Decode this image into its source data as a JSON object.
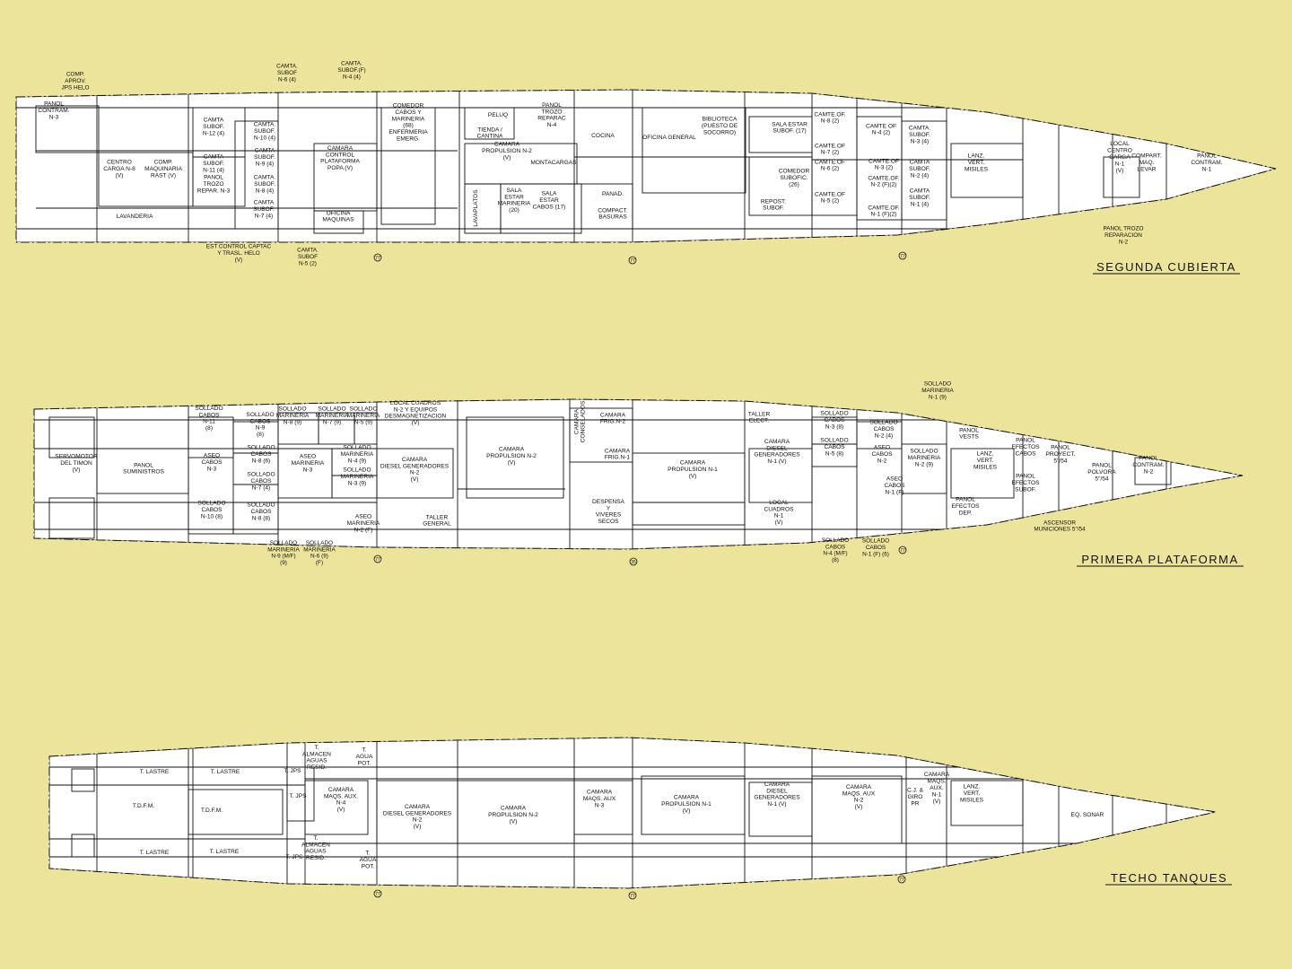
{
  "background_color": "#ece49b",
  "decks": [
    {
      "title": "SEGUNDA CUBIERTA",
      "frame_marks": [
        "77",
        "77",
        "77"
      ],
      "rooms": [
        "PANOL\nCONTRAM.\nN-3",
        "CENTRO\nCARGA N-8\n(V)",
        "COMP.\nMAQUINARIA\nRAST (V)",
        "LAVANDERIA",
        "CAMTA\nSUBOF.\nN-12 (4)",
        "CAMTA\nSUBOF.\nN-11 (4)",
        "PANOL\nTROZO\nREPAR. N-3",
        "CAMTA.\nSUBOF.\nN-10 (4)",
        "CAMTA\nSUBOF.\nN-9 (4)",
        "CAMTA.\nSUBOF.\nN-8 (4)",
        "CAMTA\nSUBOF.\nN-7 (4)",
        "CAMARA\nCONTROL\nPLATAFORMA\nPOPA (V)",
        "OFICINA\nMAQUINAS",
        "COMEDOR\nCABOS Y\nMARINERIA\n(68)\nENFERMERIA\nEMERG.",
        "PELUQ",
        "TIENDA /\nCANTINA",
        "PANOL\nTROZO\nREPARAC\nN-4",
        "CAMARA\nPROPULSION N-2\n(V)",
        "MONTACARGAS",
        "LAVAPLATOS",
        "SALA\nESTAR\nMARINERIA\n(20)",
        "SALA\nESTAR\nCABOS (17)",
        "COCINA",
        "PANAD.",
        "COMPACT.\nBASURAS",
        "OFICINA GENERAL",
        "BIBLIOTECA\n(PUESTO DE\nSOCORRO)",
        "SALA ESTAR\nSUBOF. (17)",
        "COMEDOR\nSUBOFIC.\n(26)",
        "REPOST.\nSUBOF.",
        "CAMTE.OF.\nN-8 (2)",
        "CAMTE.OF\nN-7 (2)",
        "CAMTE.OF\nN-6 (2)",
        "CAMTE.OF\nN-5 (2)",
        "CAMTE OF\nN-4 (2)",
        "CAMTE.OF\nN-3 (2)",
        "CAMTE.OF.\nN-2 (F)(2)",
        "CAMTE.OF.\nN-1 (F)(2)",
        "CAMTA.\nSUBOF.\nN-3 (4)",
        "CAMTA\nSUBOF.\nN-2 (4)",
        "CAMTA\nSUBOF.\nN-1 (4)",
        "LANZ.\nVERT.\nMISILES",
        "LOCAL\nCENTRO\nCARGA\nN-1\n(V)",
        "COMPART.\nMAQ.\nLEVAR",
        "PANOL\nCONTRAM.\nN-1"
      ],
      "callouts": [
        "COMP.\nAPROV.\nJPS HELO",
        "CAMTA.\nSUBOF\nN-6 (4)",
        "CAMTA.\nSUBOF.(F)\nN-4 (4)",
        "EST CONTROL CAPTAC\nY TRASL. HELO\n(V)",
        "CAMTA.\nSUBOF\nN-5 (2)",
        "PANOL TROZO\nREPARACION\nN-2"
      ]
    },
    {
      "title": "PRIMERA PLATAFORMA",
      "frame_marks": [
        "77",
        "35",
        "77"
      ],
      "rooms": [
        "SERVOMOTOR\nDEL TIMON\n(V)",
        "PANOL\nSUMINISTROS",
        "SOLLADO\nCABOS\nN-11\n(8)",
        "SOLLADO\nCABOS\nN-9\n(8)",
        "ASEO\nCABOS\nN-3",
        "SOLLADO\nCABOS\nN-8 (6)",
        "SOLLADO\nCABOS\nN-7 (4)",
        "SOLLADO\nCABOS\nN-10 (8)",
        "SOLLADO\nCABOS\nN-8 (8)",
        "SOLLADO\nMARINERIA\nN-8 (9)",
        "SOLLADO\nMARINERIA\nN-7 (9)",
        "SOLLADO\nMARINERIA\nN-5 (9)",
        "ASEO\nMARINERIA\nN-3",
        "SOLLADO\nMARINERIA\nN-4 (9)",
        "SOLLADO\nMARINERIA\nN-3 (9)",
        "ASEO\nMARINERIA\nN-2 (F)",
        "LOCAL CUADROS\nN-2 Y EQUIPOS\nDESMAGNETIZACION\n(V)",
        "CAMARA\nDIESEL GENERADORES\nN-2\n(V)",
        "TALLER\nGENERAL",
        "CAMARA\nPROPULSION N-2\n(V)",
        "CAMARA\nCONGELADOS",
        "CAMARA\nFRIG.N-2",
        "CAMARA\nFRIG.N-1",
        "DESPENSA\nY\nVIVERES\nSECOS",
        "CAMARA\nPROPULSION N-1\n(V)",
        "TALLER\nELECT.",
        "CAMARA\nDIESEL\nGENERADORES\nN-1 (V)",
        "LOCAL\nCUADROS\nN-1\n(V)",
        "SOLLADO\nCABOS\nN-3 (8)",
        "SOLLADO\nCABOS\nN-2 (4)",
        "SOLLADO\nCABOS\nN-5 (8)",
        "ASEO\nCABOS\nN-2",
        "ASEO\nCABOS\nN-1 (F)",
        "SOLLADO\nMARINERIA\nN-2 (9)",
        "PANOL\nVESTS",
        "LANZ.\nVERT.\nMISILES",
        "PANOL\nEFECTOS\nCABOS",
        "PANOL\nEFECTOS\nSUBOF.",
        "PANOL\nEFECTOS\nDEP.",
        "PANOL\nPROYECT.\n5\"/54",
        "PANOL\nPOLVORA\n5\"/54",
        "PANOL\nCONTRAM.\nN-2"
      ],
      "callouts": [
        "SOLLADO\nMARINERIA\nN-9 (M/F)\n(9)",
        "SOLLADO\nMARINERIA\nN-6 (9)\n(F)",
        "SOLLADO\nMARINERIA\nN-1 (9)",
        "ASCENSOR\nMUNICIONES 5\"/54",
        "SOLLADO\nCABOS\nN-4 (M/F)\n(8)",
        "SOLLADO\nCABOS\nN-1 (F) (6)"
      ]
    },
    {
      "title": "TECHO TANQUES",
      "frame_marks": [
        "77",
        "77",
        "77"
      ],
      "rooms": [
        "T. LASTRE",
        "T. LASTRE",
        "T. LASTRE",
        "T. LASTRE",
        "T.D.F.M.",
        "T.D.F.M.",
        "T. JPS",
        "T. JPS",
        "T. JPS",
        "T.\nALMACEN\nAGUAS\nRESID.",
        "T.\nALMACEN\nAGUAS\nRESID.",
        "T.\nAGUA\nPOT.",
        "T.\nAGUA\nPOT.",
        "CAMARA\nMAQS. AUX.\nN-4\n(V)",
        "CAMARA\nDIESEL GENERADORES\nN-2\n(V)",
        "CAMARA\nPROPULSION N-2\n(V)",
        "CAMARA\nMAQS. AUX\nN-3",
        "CAMARA\nPROPULSION N-1\n(V)",
        "CAMARA\nDIESEL\nGENERADORES\nN-1 (V)",
        "CAMARA\nMAQS. AUX\nN-2\n(V)",
        "C.J. &\nGIRO\nPR",
        "CAMARA\nMAQS.\nAUX.\nN-1\n(V)",
        "LANZ.\nVERT.\nMISILES",
        "EQ. SONAR"
      ],
      "callouts": []
    }
  ]
}
